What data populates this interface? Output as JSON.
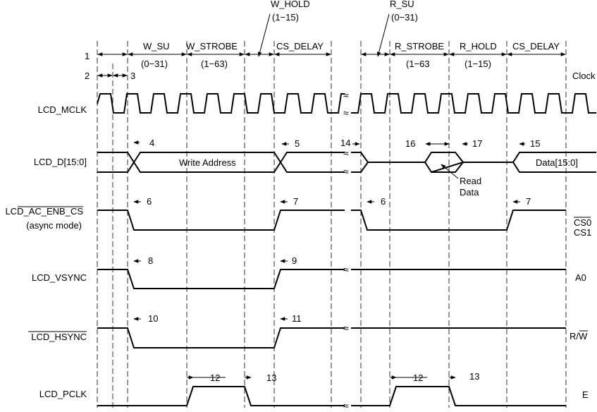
{
  "signals": [
    {
      "id": "mclk",
      "label": "LCD_MCLK",
      "right": "Clock"
    },
    {
      "id": "data",
      "label": "LCD_D[15:0]",
      "right": ""
    },
    {
      "id": "cs",
      "label": "LCD_AC_ENB_CS",
      "sub": "(async mode)",
      "right": "CS0",
      "right2": "CS1"
    },
    {
      "id": "vsync",
      "label": "LCD_VSYNC",
      "right": "A0"
    },
    {
      "id": "hsync",
      "label": "LCD_HSYNC",
      "right": "R/W"
    },
    {
      "id": "pclk",
      "label": "LCD_PCLK",
      "right": "E"
    }
  ],
  "phases": {
    "w_su": {
      "name": "W_SU",
      "range": "(0−31)"
    },
    "w_strobe": {
      "name": "W_STROBE",
      "range": "(1−63)"
    },
    "w_hold": {
      "name": "W_HOLD",
      "range": "(1−15)"
    },
    "cs_delay_w": {
      "name": "CS_DELAY"
    },
    "r_su": {
      "name": "R_SU",
      "range": "(0−31)"
    },
    "r_strobe": {
      "name": "R_STROBE",
      "range": "(1−63"
    },
    "r_hold": {
      "name": "R_HOLD",
      "range": "(1−15)"
    },
    "cs_delay_r": {
      "name": "CS_DELAY"
    }
  },
  "bus_labels": {
    "write_address": "Write Address",
    "read_data_line1": "Read",
    "read_data_line2": "Data",
    "data_out": "Data[15:0]"
  },
  "timing_numbers": [
    "1",
    "2",
    "3",
    "4",
    "5",
    "6",
    "7",
    "8",
    "9",
    "10",
    "11",
    "12",
    "13",
    "14",
    "15",
    "16",
    "17"
  ]
}
